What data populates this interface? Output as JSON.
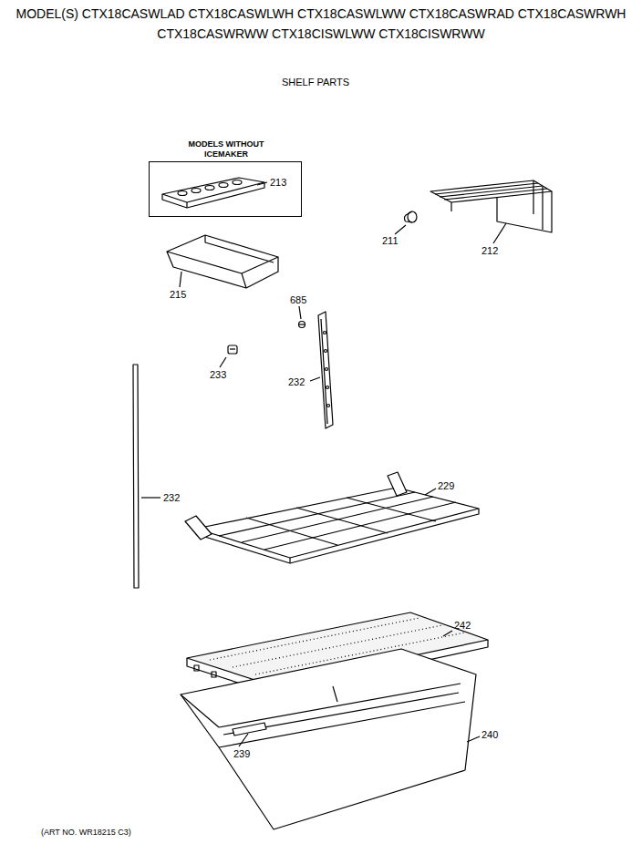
{
  "diagram": {
    "title": "MODEL(S) CTX18CASWLAD CTX18CASWLWH CTX18CASWLWW CTX18CASWRAD CTX18CASWRWH CTX18CASWRWW CTX18CISWLWW CTX18CISWRWW",
    "caption": "(ART NO. WR18215 C3)",
    "nodes": [
      {
        "text": [
          "MODELS WITHOUT ICEMAKER",
          "213"
        ]
      }
    ],
    "labels": [
      "SHELF PARTS",
      "211",
      "212",
      "215",
      "685",
      "233",
      "232",
      "232",
      "229",
      "242",
      "239",
      "240"
    ]
  }
}
